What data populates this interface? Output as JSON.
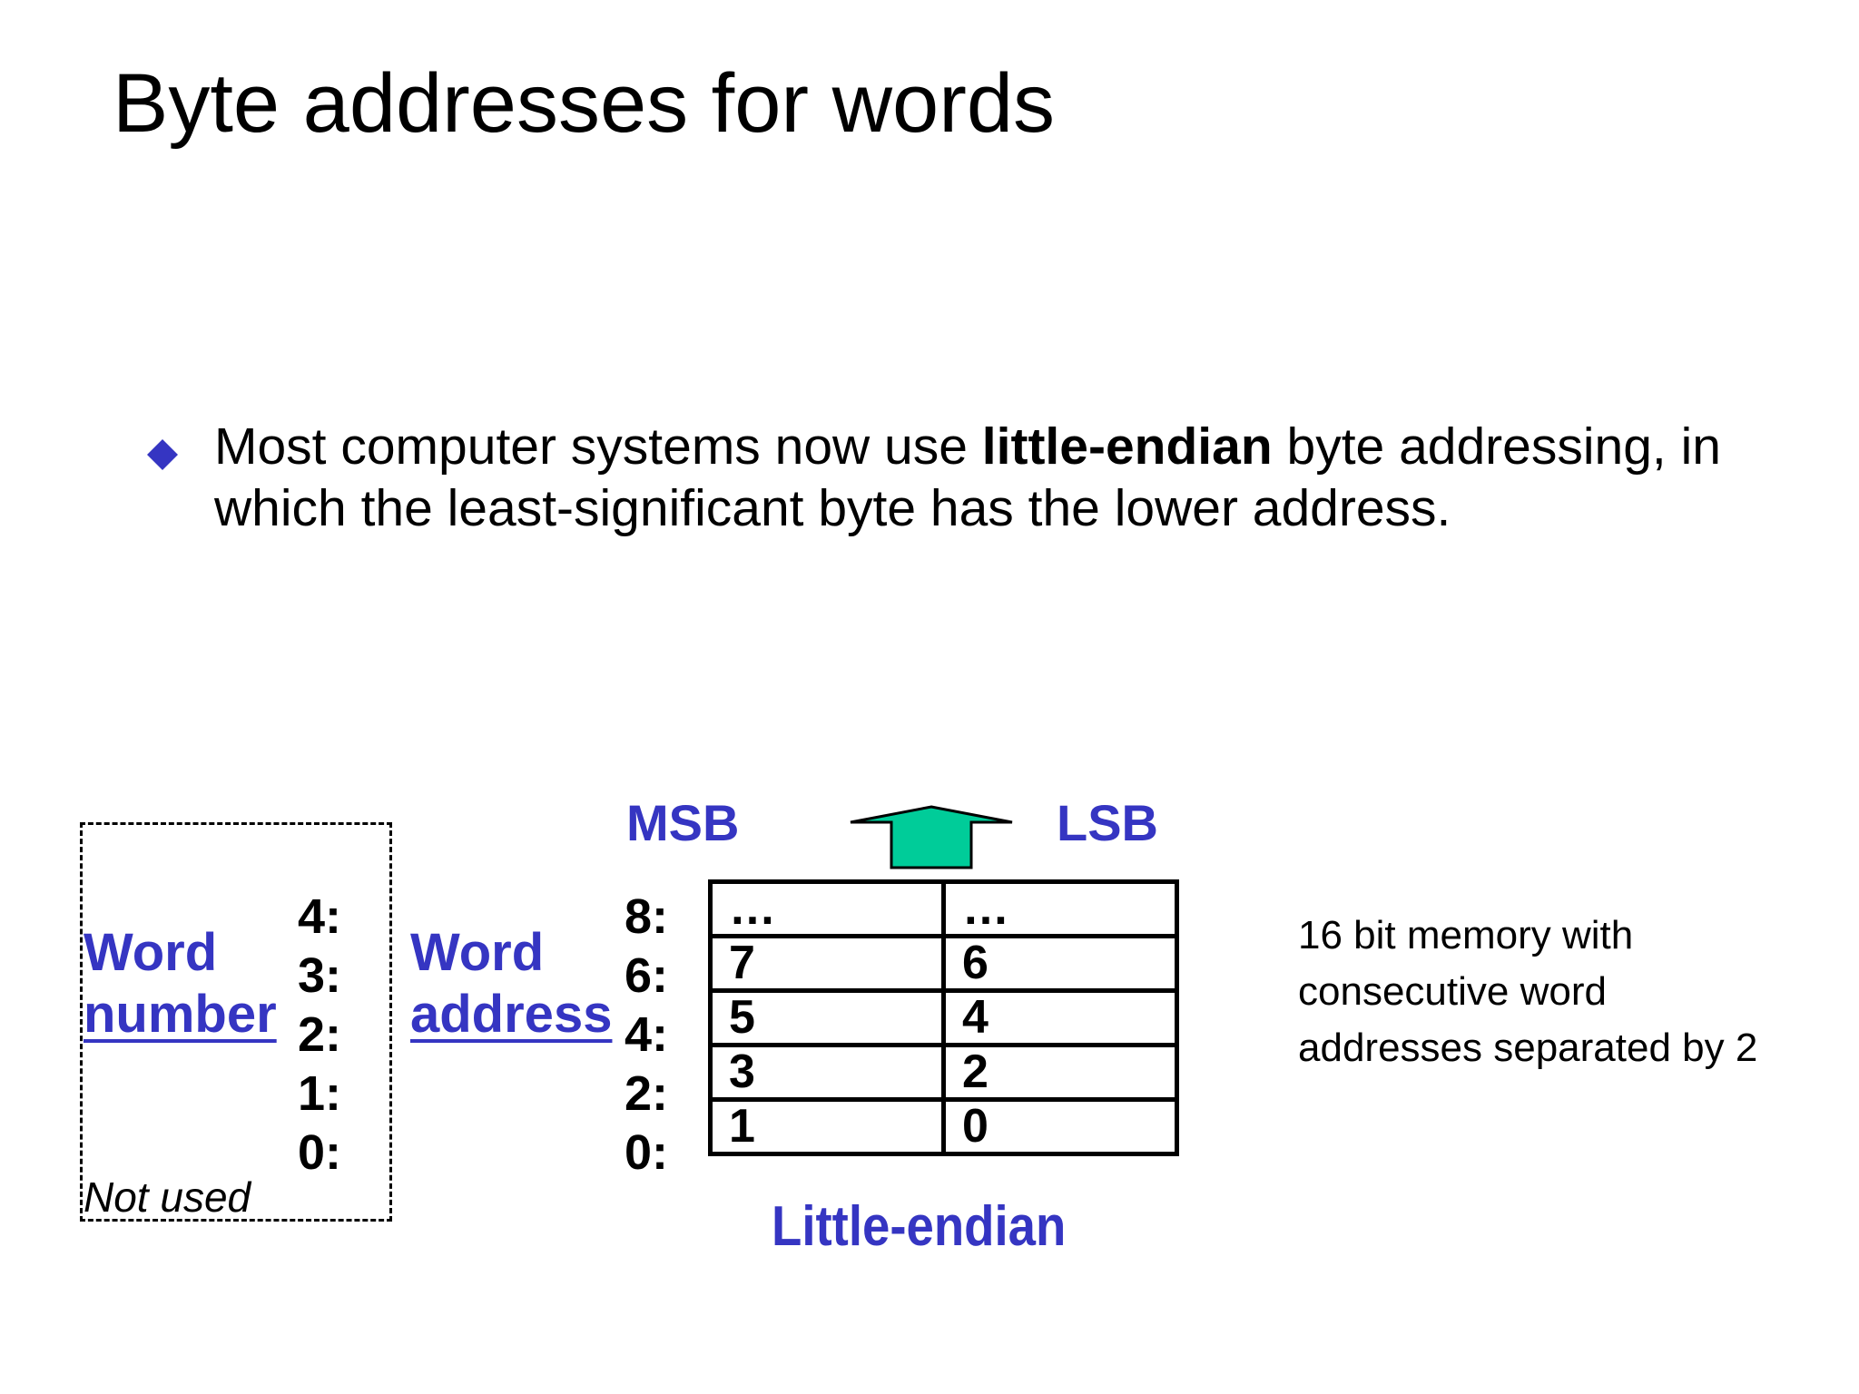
{
  "slide": {
    "title": "Byte addresses for words",
    "bullet": {
      "before": "Most computer systems now use ",
      "bold": "little-endian",
      "after": " byte addressing, in which the least-significant byte has the lower address."
    }
  },
  "diagram": {
    "word_number_label": [
      "Word",
      "number"
    ],
    "word_numbers": [
      "4:",
      "3:",
      "2:",
      "1:",
      "0:"
    ],
    "not_used": "Not used",
    "word_address_label": [
      "Word",
      "address"
    ],
    "word_addresses": [
      "8:",
      "6:",
      "4:",
      "2:",
      "0:"
    ],
    "msb": "MSB",
    "lsb": "LSB",
    "memory_rows": [
      [
        "…",
        "…"
      ],
      [
        "7",
        "6"
      ],
      [
        "5",
        "4"
      ],
      [
        "3",
        "2"
      ],
      [
        "1",
        "0"
      ]
    ],
    "caption": "Little-endian",
    "arrow_color": "#00cc99",
    "label_color": "#3535c2"
  },
  "note": "16 bit memory with consecutive word addresses separated by 2"
}
